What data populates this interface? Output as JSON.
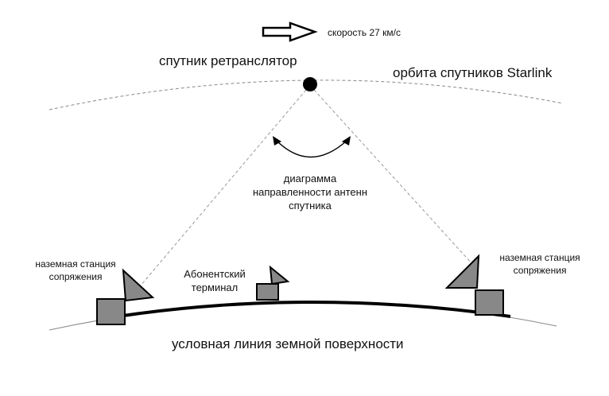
{
  "speed": {
    "label": "скорость 27 км/с"
  },
  "satellite": {
    "label": "спутник ретранслятор"
  },
  "orbit": {
    "label": "орбита спутников Starlink"
  },
  "antenna_pattern": {
    "lines": [
      "диаграмма",
      "направленности антенн",
      "спутника"
    ]
  },
  "ground_station_left": {
    "lines": [
      "наземная станция",
      "сопряжения"
    ]
  },
  "ground_station_right": {
    "lines": [
      "наземная станция",
      "сопряжения"
    ]
  },
  "terminal": {
    "lines": [
      "Абонентский",
      "терминал"
    ]
  },
  "surface": {
    "label": "условная линия земной поверхности"
  },
  "colors": {
    "station_fill": "#888888",
    "outline": "#000000",
    "orbit_line": "#888888",
    "beam_line": "#999999"
  },
  "icons": [
    "arrow-right-icon",
    "satellite-icon",
    "ground-station-icon",
    "user-terminal-icon",
    "antenna-icon"
  ]
}
